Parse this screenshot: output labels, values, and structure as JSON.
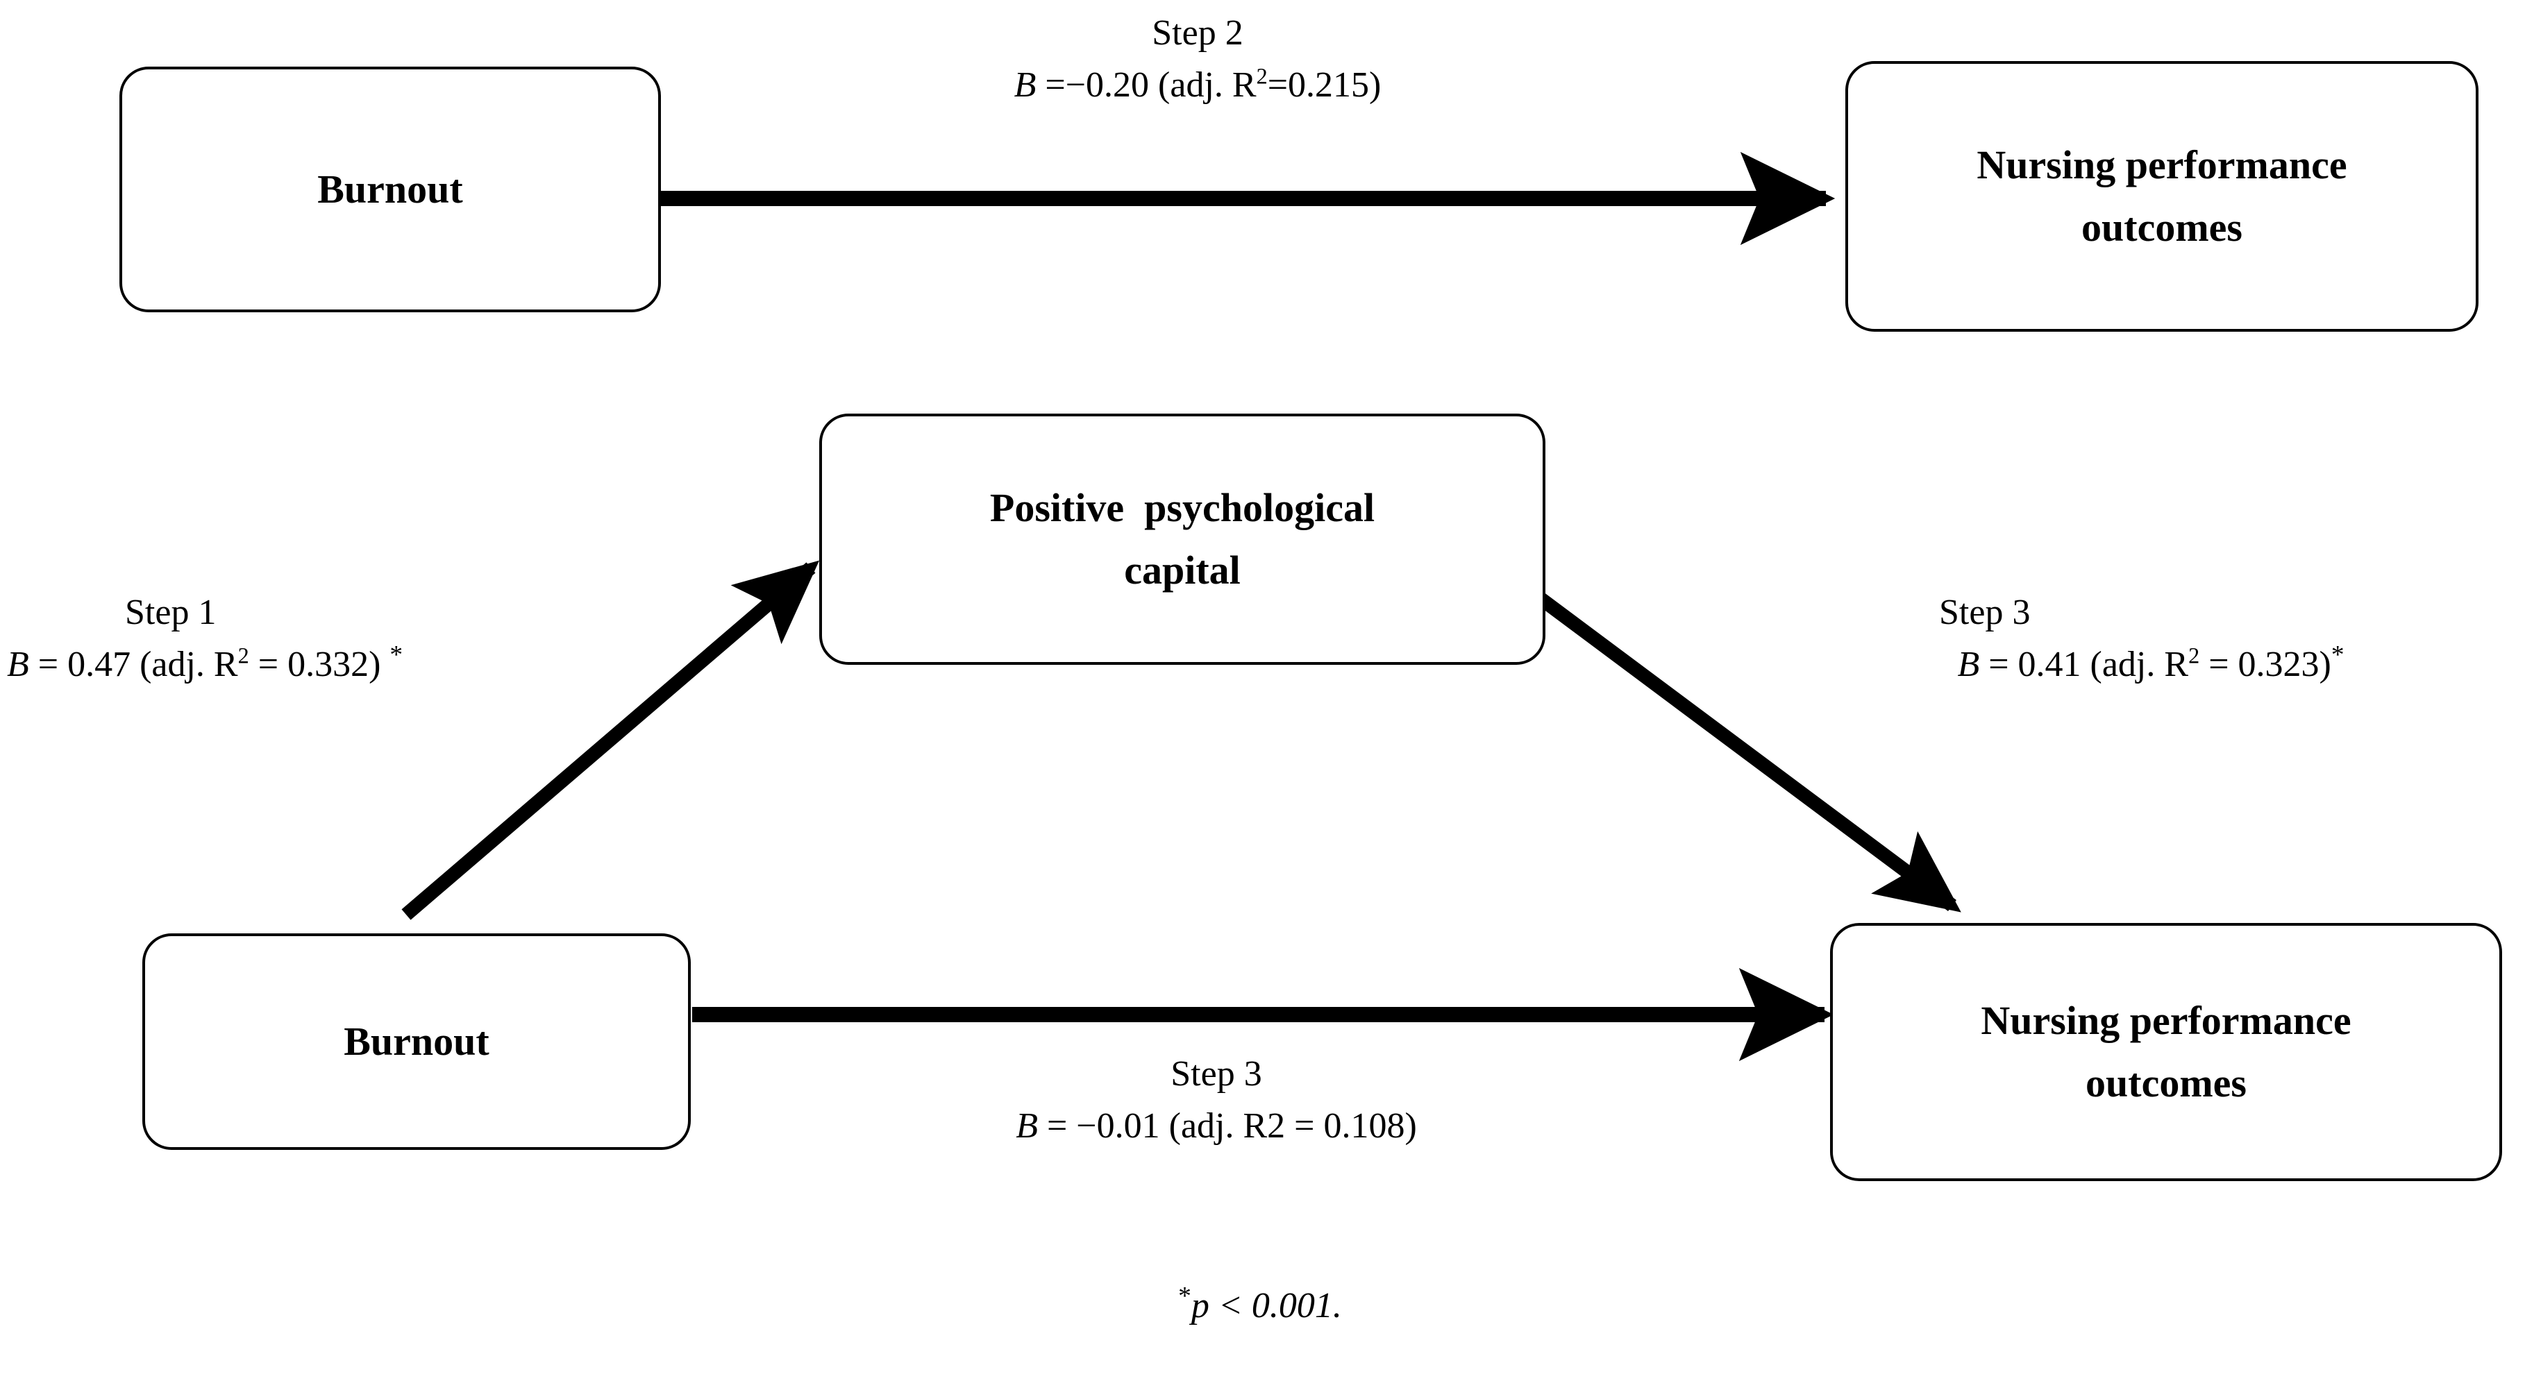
{
  "figure": {
    "type": "mediation-path-diagram",
    "background": "#ffffff",
    "stroke_color": "#000000"
  },
  "nodes": {
    "top_predictor": {
      "label_line1": "Burnout",
      "label_line2": ""
    },
    "top_outcome": {
      "label_line1": "Nursing performance",
      "label_line2": "outcomes"
    },
    "mediator": {
      "label_line1": "Positive  psychological",
      "label_line2": "capital"
    },
    "bottom_predictor": {
      "label_line1": "Burnout",
      "label_line2": ""
    },
    "bottom_outcome": {
      "label_line1": "Nursing performance",
      "label_line2": "outcomes"
    }
  },
  "paths": {
    "step2": {
      "step": "Step 2",
      "coef_symbol": "B",
      "equation_text": "B =−0.20 (adj. R2=0.215)",
      "beta": -0.2,
      "adj_r2": 0.215,
      "significant": false,
      "from": "Burnout",
      "to": "Nursing performance outcomes"
    },
    "step1": {
      "step": "Step 1",
      "coef_symbol": "B",
      "equation_text": "B = 0.47 (adj. R2 = 0.332) *",
      "beta": 0.47,
      "adj_r2": 0.332,
      "significant": true,
      "from": "Burnout",
      "to": "Positive psychological capital"
    },
    "step3_mediator_outcome": {
      "step": "Step 3",
      "coef_symbol": "B",
      "equation_text": "B = 0.41 (adj. R2 = 0.323)*",
      "beta": 0.41,
      "adj_r2": 0.323,
      "significant": true,
      "from": "Positive psychological capital",
      "to": "Nursing performance outcomes"
    },
    "step3_direct": {
      "step": "Step 3",
      "coef_symbol": "B",
      "equation_text": "B = −0.01 (adj. R2 = 0.108)",
      "beta": -0.01,
      "adj_r2": 0.108,
      "significant": false,
      "from": "Burnout",
      "to": "Nursing performance outcomes"
    }
  },
  "footnote": {
    "marker": "*",
    "text": "p < 0.001."
  }
}
